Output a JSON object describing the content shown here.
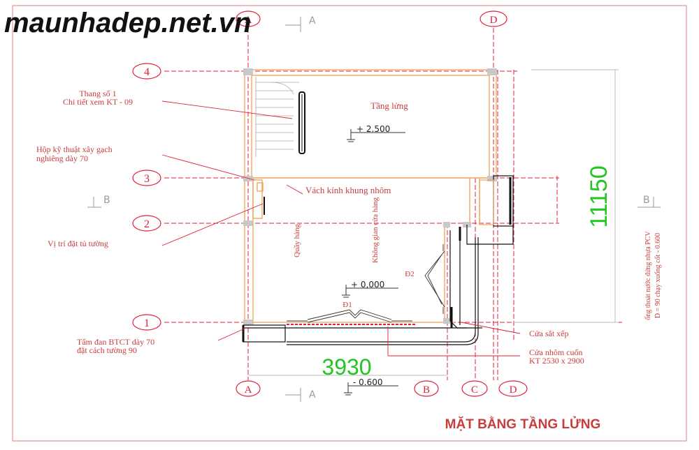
{
  "watermark": "maunhadep.net.vn",
  "title": "MẶT BẰNG TẦNG LỬNG",
  "colors": {
    "grid_line": "#e0203a",
    "wall": "#f0a050",
    "dimension": "#22c522",
    "title_text": "#c83c3c",
    "ink": "#222222"
  },
  "axes": {
    "A_top": "A",
    "D_top": "D",
    "A_bottom": "A",
    "B_bottom": "B",
    "C_bottom": "C",
    "D_bottom": "D",
    "row_4": "4",
    "row_3": "3",
    "row_2": "2",
    "row_1": "1"
  },
  "section_marks": {
    "top_A": "A",
    "bottom_A": "A",
    "left_B": "B",
    "right_B": "B"
  },
  "dimensions": {
    "width": "3930",
    "length": "11150"
  },
  "levels": {
    "mezzanine": "+ 2.500",
    "ground": "+ 0,000",
    "outside": "- 0.600"
  },
  "rooms": {
    "mezzanine": "Tầng lửng",
    "counter": "Quầy hàng",
    "shop_space": "Không gian cửa hàng"
  },
  "doors": {
    "d1": "Đ1",
    "d2": "Đ2"
  },
  "annotations": {
    "stair_line1": "Thang số 1",
    "stair_line2": "Chi tiết xem KT - 09",
    "shaft_line1": "Hộp kỹ thuật xây gạch",
    "shaft_line2": "nghiêng dày 70",
    "glass": "Vách kính khung nhôm",
    "cabinet": "Vị trí đặt tủ tường",
    "slab_line1": "Tấm đan BTCT dày 70",
    "slab_line2": "đặt cách tường 90",
    "folding_door": "Cửa sắt xếp",
    "roller_line1": "Cửa nhôm cuốn",
    "roller_line2": "KT 2530 x 2900",
    "pipe_line1": "ống thoát nước đứng nhựa PCV",
    "pipe_line2": "D = 90 chạy xuống cốt - 0.600"
  }
}
